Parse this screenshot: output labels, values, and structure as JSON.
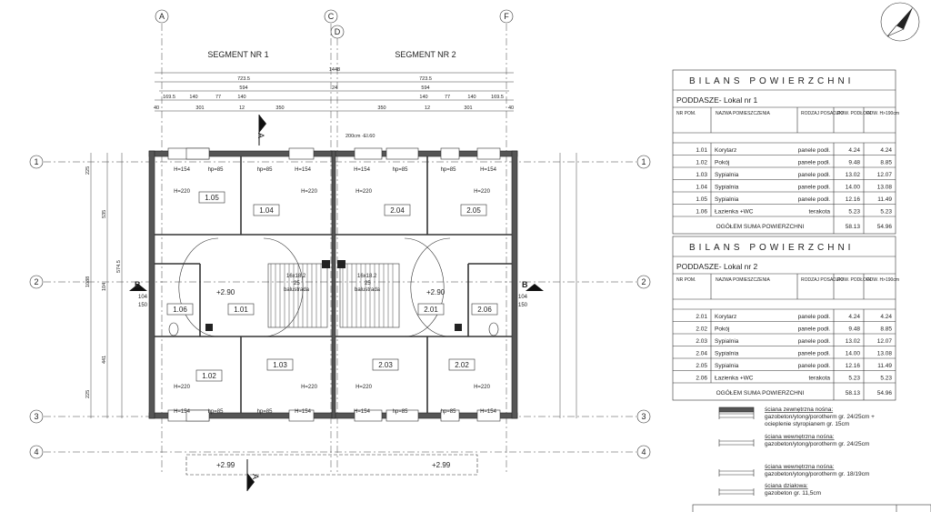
{
  "axes": {
    "columns": [
      "A",
      "C",
      "D",
      "F"
    ],
    "rows": [
      "1",
      "2",
      "3",
      "4"
    ]
  },
  "segments": [
    "SEGMENT NR 1",
    "SEGMENT NR 2"
  ],
  "dimensions": {
    "total": "1448",
    "halves": [
      "723.5",
      "723.5"
    ],
    "row2": [
      "594",
      "24",
      "594"
    ],
    "row3": [
      "169.5",
      "140",
      "77",
      "140",
      "140",
      "77",
      "140",
      "169.5"
    ],
    "row4": [
      "40",
      "301",
      "12",
      "350",
      "350",
      "12",
      "301",
      "40"
    ],
    "left_side": [
      "225",
      "535",
      "104",
      "574.5",
      "1088",
      "441",
      "225"
    ],
    "chimney_note": "200cm -El.60",
    "window_heights": [
      "104",
      "150",
      "104",
      "150"
    ]
  },
  "section_marks": [
    "A",
    "A",
    "B",
    "B"
  ],
  "levels": [
    "+2.90",
    "+2.90",
    "+2.99",
    "+2.99"
  ],
  "stairs": {
    "label": "16x18.2",
    "steps": "25",
    "note": "balustrada"
  },
  "rooms": [
    "1.05",
    "1.04",
    "2.04",
    "2.05",
    "1.06",
    "1.01",
    "2.01",
    "2.06",
    "1.02",
    "1.03",
    "2.03",
    "2.02"
  ],
  "height_labels": {
    "top_row": [
      "H=154",
      "hp=85",
      "hp=85",
      "H=154",
      "H=154",
      "hp=85",
      "hp=85",
      "H=154"
    ],
    "top_h": [
      "H=220",
      "H=220",
      "H=220",
      "H=220"
    ],
    "bottom_h": [
      "H=220",
      "H=220",
      "H=220",
      "H=220"
    ],
    "bottom_row": [
      "H=154",
      "hp=85",
      "hp=85",
      "H=154",
      "H=154",
      "hp=85",
      "hp=85",
      "H=154"
    ]
  },
  "tables": [
    {
      "title": "BILANS POWIERZCHNI",
      "subtitle": "PODDASZE- Lokal nr 1",
      "headers": [
        "NR POM.",
        "NAZWA POMIESZCZENIA",
        "RODZAJ POSADZKI",
        "POW. PODŁOGI",
        "POW. H>190cm"
      ],
      "rows": [
        {
          "nr": "1.01",
          "name": "Korytarz",
          "floor": "panele podł.",
          "area": "4.24",
          "area190": "4.24"
        },
        {
          "nr": "1.02",
          "name": "Pokój",
          "floor": "panele podł.",
          "area": "9.48",
          "area190": "8.85"
        },
        {
          "nr": "1.03",
          "name": "Sypialnia",
          "floor": "panele podł.",
          "area": "13.02",
          "area190": "12.07"
        },
        {
          "nr": "1.04",
          "name": "Sypialnia",
          "floor": "panele podł.",
          "area": "14.00",
          "area190": "13.08"
        },
        {
          "nr": "1.05",
          "name": "Sypialnia",
          "floor": "panele podł.",
          "area": "12.16",
          "area190": "11.49"
        },
        {
          "nr": "1.06",
          "name": "Łazienka +WC",
          "floor": "terakota",
          "area": "5.23",
          "area190": "5.23"
        }
      ],
      "total_label": "OGÓŁEM SUMA POWIERZCHNI",
      "total_area": "58.13",
      "total_area190": "54.96"
    },
    {
      "title": "BILANS POWIERZCHNI",
      "subtitle": "PODDASZE- Lokal nr 2",
      "headers": [
        "NR POM.",
        "NAZWA POMIESZCZENIA",
        "RODZAJ POSADZKI",
        "POW. PODŁOGI",
        "POW. H>190cm"
      ],
      "rows": [
        {
          "nr": "2.01",
          "name": "Korytarz",
          "floor": "panele podł.",
          "area": "4.24",
          "area190": "4.24"
        },
        {
          "nr": "2.02",
          "name": "Pokój",
          "floor": "panele podł.",
          "area": "9.48",
          "area190": "8.85"
        },
        {
          "nr": "2.03",
          "name": "Sypialnia",
          "floor": "panele podł.",
          "area": "13.02",
          "area190": "12.07"
        },
        {
          "nr": "2.04",
          "name": "Sypialnia",
          "floor": "panele podł.",
          "area": "14.00",
          "area190": "13.08"
        },
        {
          "nr": "2.05",
          "name": "Sypialnia",
          "floor": "panele podł.",
          "area": "12.16",
          "area190": "11.49"
        },
        {
          "nr": "2.06",
          "name": "Łazienka +WC",
          "floor": "terakota",
          "area": "5.23",
          "area190": "5.23"
        }
      ],
      "total_label": "OGÓŁEM SUMA POWIERZCHNI",
      "total_area": "58.13",
      "total_area190": "54.96"
    }
  ],
  "legend": [
    {
      "title": "ściana zewnętrzna nośna:",
      "lines": [
        "gazobeton/ytong/porotherm gr. 24/25cm +",
        "ocieplenie styropianem gr. 15cm"
      ]
    },
    {
      "title": "ściana wewnętrzna nośna:",
      "lines": [
        "gazobeton/ytong/porotherm gr. 24/25cm"
      ]
    },
    {
      "title": "ściana wewnętrzna nośna:",
      "lines": [
        "gazobeton/ytong/porotherm gr. 18/19cm"
      ]
    },
    {
      "title": "ściana działowa:",
      "lines": [
        "gazobeton gr. 11,5cm"
      ]
    }
  ]
}
